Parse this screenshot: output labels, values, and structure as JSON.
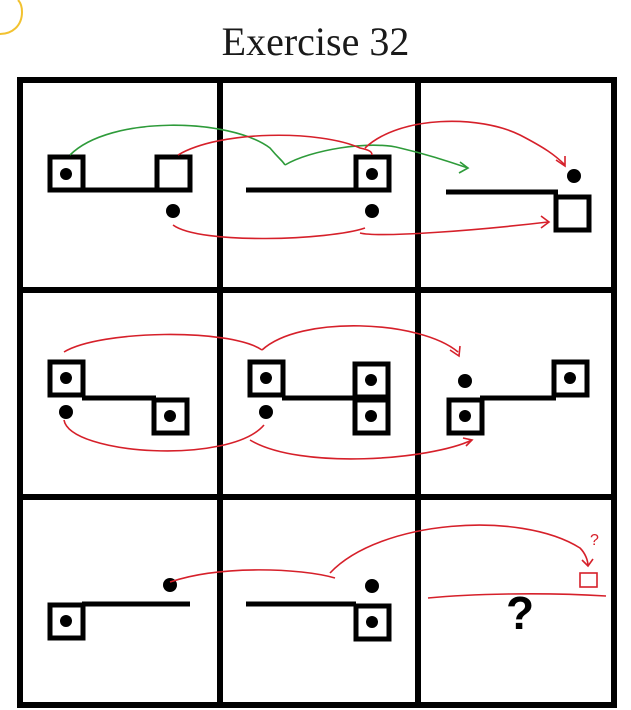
{
  "title": "Exercise 32",
  "answer_placeholder": "?",
  "hint_mark": "?",
  "colors": {
    "ink": "#000000",
    "red_arrow": "#d6202a",
    "green_arrow": "#2e9b3a",
    "corner_mark": "#f2c230"
  },
  "icons": {
    "box_with_dot": "square-with-center-dot",
    "box_empty": "empty-square",
    "dot": "filled-circle"
  }
}
